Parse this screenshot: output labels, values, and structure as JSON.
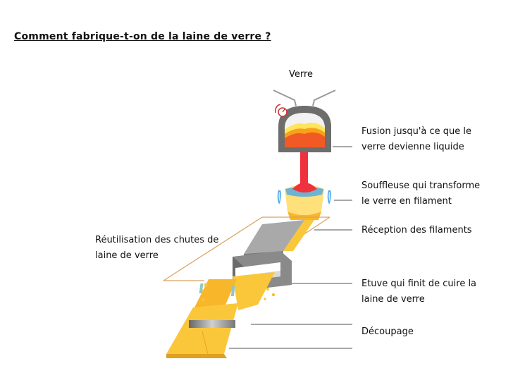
{
  "title": "Comment fabrique-t-on de la laine de verre ?",
  "labels": {
    "verre": "Verre",
    "fusion": [
      "Fusion jusqu'à ce que le",
      "verre devienne liquide"
    ],
    "souffleuse": [
      "Souffleuse qui transforme",
      "le verre en filament"
    ],
    "reception": "Réception des filaments",
    "reutilisation": [
      "Réutilisation des chutes de",
      "laine de verre"
    ],
    "etuve": [
      "Etuve qui finit de cuire la",
      "laine de verre"
    ],
    "decoupage": "Découpage"
  },
  "colors": {
    "furnace": "#6d6d6d",
    "molten_glass": "#f0323c",
    "wool": "#fbc73a",
    "wool_light": "#ffe07a",
    "oven": "#8a8a8a",
    "flame_blue": "#4aa8e8",
    "line": "#8c8c8c"
  }
}
